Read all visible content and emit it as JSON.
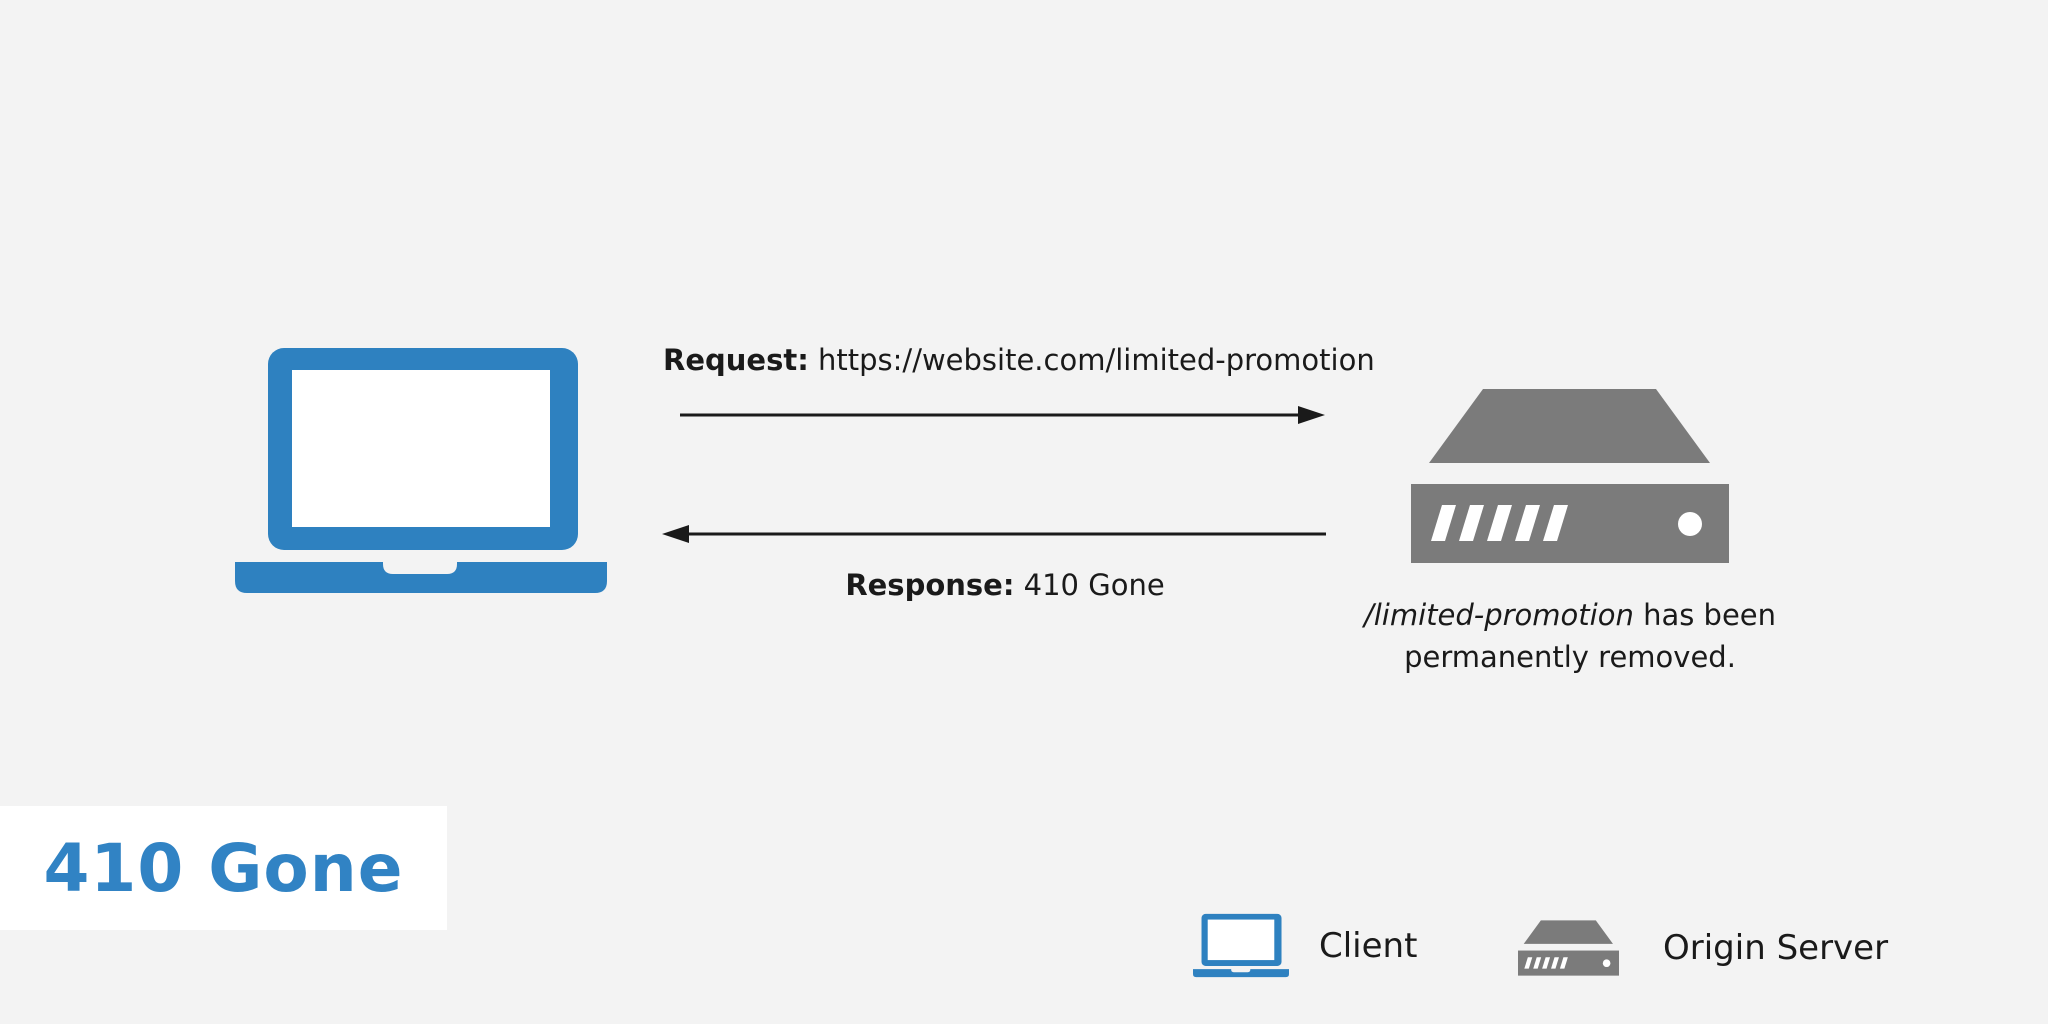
{
  "title": {
    "label": "410 Gone"
  },
  "request": {
    "bold": "Request:",
    "rest": " https://website.com/limited-promotion"
  },
  "response": {
    "bold": "Response:",
    "rest": " 410 Gone"
  },
  "server_caption": {
    "italic": "/limited-promotion",
    "rest_line1": " has been",
    "line2": "permanently removed."
  },
  "legend": {
    "client": "Client",
    "origin_server": "Origin Server"
  },
  "colors": {
    "background": "#F3F3F3",
    "client_blue": "#2E81C0",
    "server_gray": "#7B7B7B",
    "arrow": "#1A1A1A",
    "text": "#1A1A1A",
    "title_blue": "#3183C4",
    "panel_white": "#FFFFFF"
  }
}
